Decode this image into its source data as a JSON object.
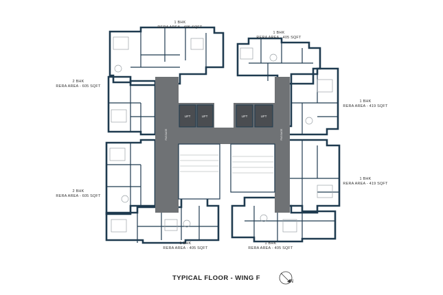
{
  "title": "TYPICAL FLOOR - WING F",
  "north": "N",
  "colors": {
    "wall": "#1e3a4f",
    "core": "#6f7275",
    "lift": "#4a4d51",
    "floor": "#ffffff",
    "detail": "#9aa1a6"
  },
  "units": [
    {
      "id": "top-left",
      "type": "1 BHK",
      "area": "RERA AREA - 405 SQFT"
    },
    {
      "id": "top-right",
      "type": "1 BHK",
      "area": "RERA AREA - 405 SQFT"
    },
    {
      "id": "left-upper",
      "type": "2 BHK",
      "area": "RERA AREA - 605 SQFT"
    },
    {
      "id": "right-upper",
      "type": "1 BHK",
      "area": "RERA AREA - 419 SQFT"
    },
    {
      "id": "left-lower",
      "type": "2 BHK",
      "area": "RERA AREA - 605 SQFT"
    },
    {
      "id": "right-lower",
      "type": "1 BHK",
      "area": "RERA AREA - 419 SQFT"
    },
    {
      "id": "bottom-left",
      "type": "1 BHK",
      "area": "RERA AREA - 405 SQFT"
    },
    {
      "id": "bottom-right",
      "type": "1 BHK",
      "area": "RERA AREA - 405 SQFT"
    }
  ],
  "core": {
    "lift_label": "LIFT",
    "passage_left": "PASSAGE",
    "passage_right": "PASSAGE"
  }
}
